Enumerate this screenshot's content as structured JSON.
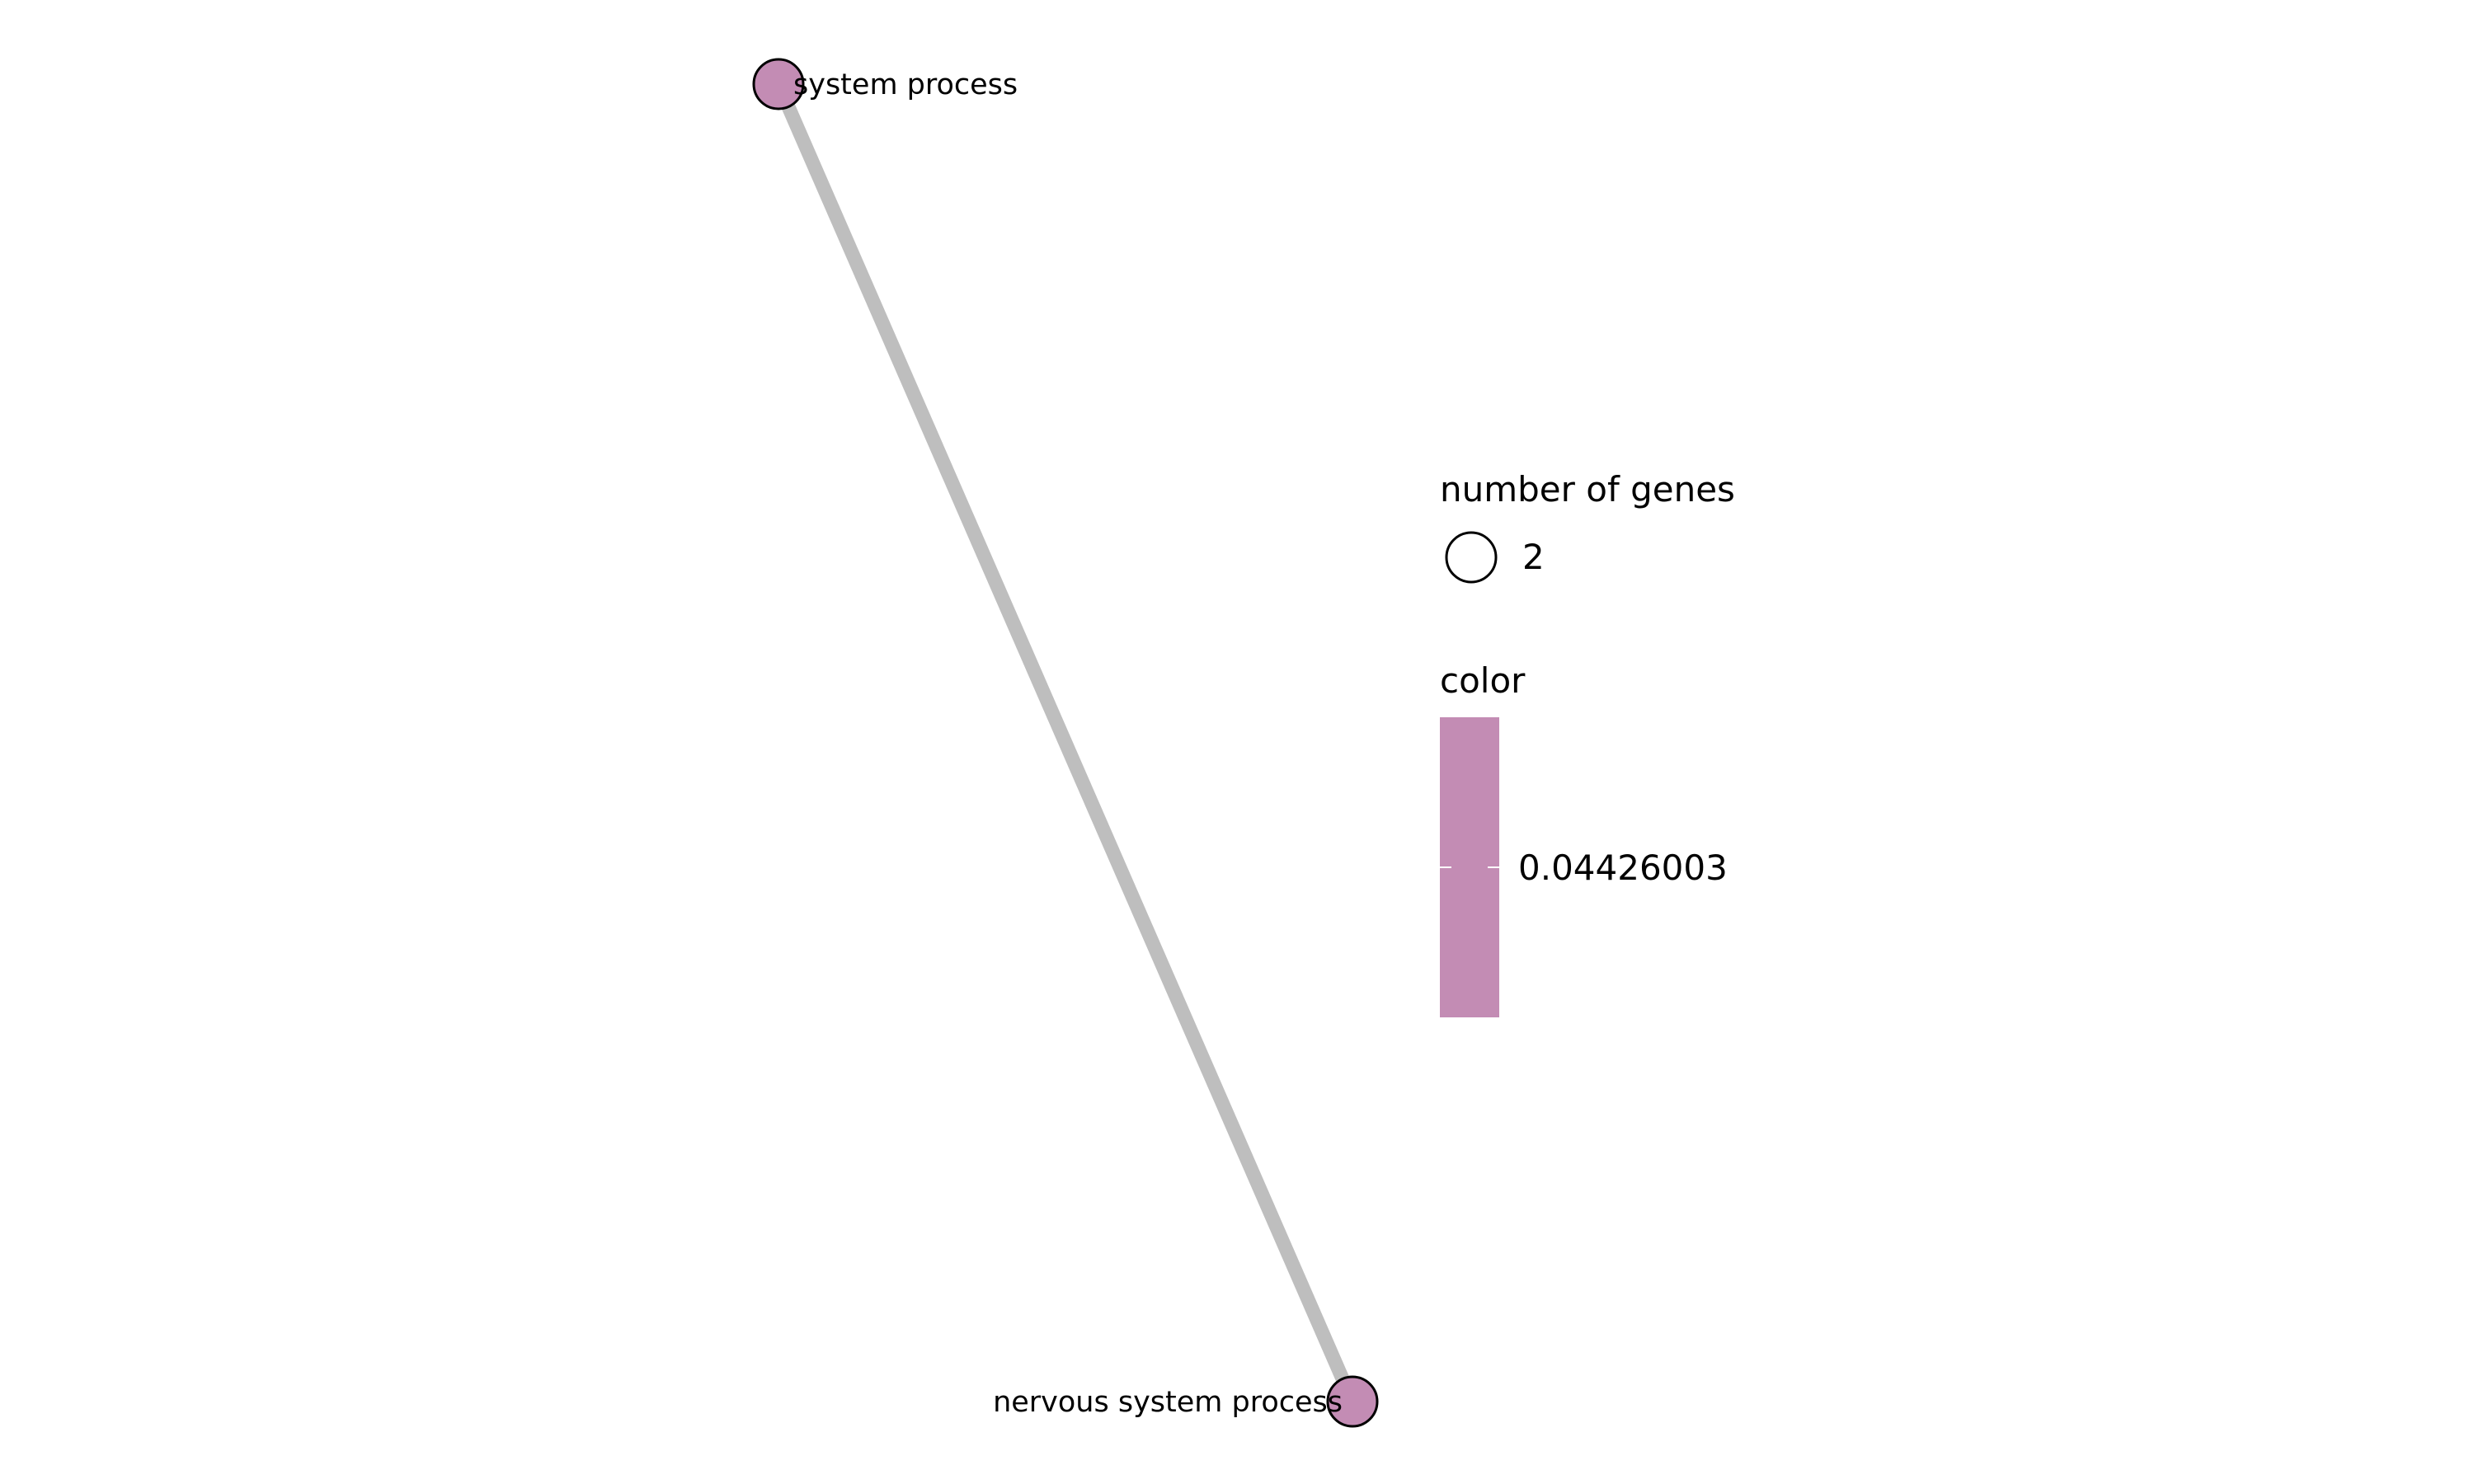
{
  "network": {
    "edge_color": "#bebebe",
    "node_color": "#c38cb4",
    "node_stroke": "#000000",
    "nodes": [
      {
        "id": "system-process",
        "label": "system process",
        "genes": 2,
        "value": 0.04426003
      },
      {
        "id": "nervous-system-process",
        "label": "nervous system process",
        "genes": 2,
        "value": 0.04426003
      }
    ],
    "edges": [
      {
        "source": "system-process",
        "target": "nervous-system-process"
      }
    ]
  },
  "legend": {
    "size_title": "number of genes",
    "size_value": "2",
    "color_title": "color",
    "color_value": "0.04426003",
    "color_fill": "#c38cb4"
  }
}
